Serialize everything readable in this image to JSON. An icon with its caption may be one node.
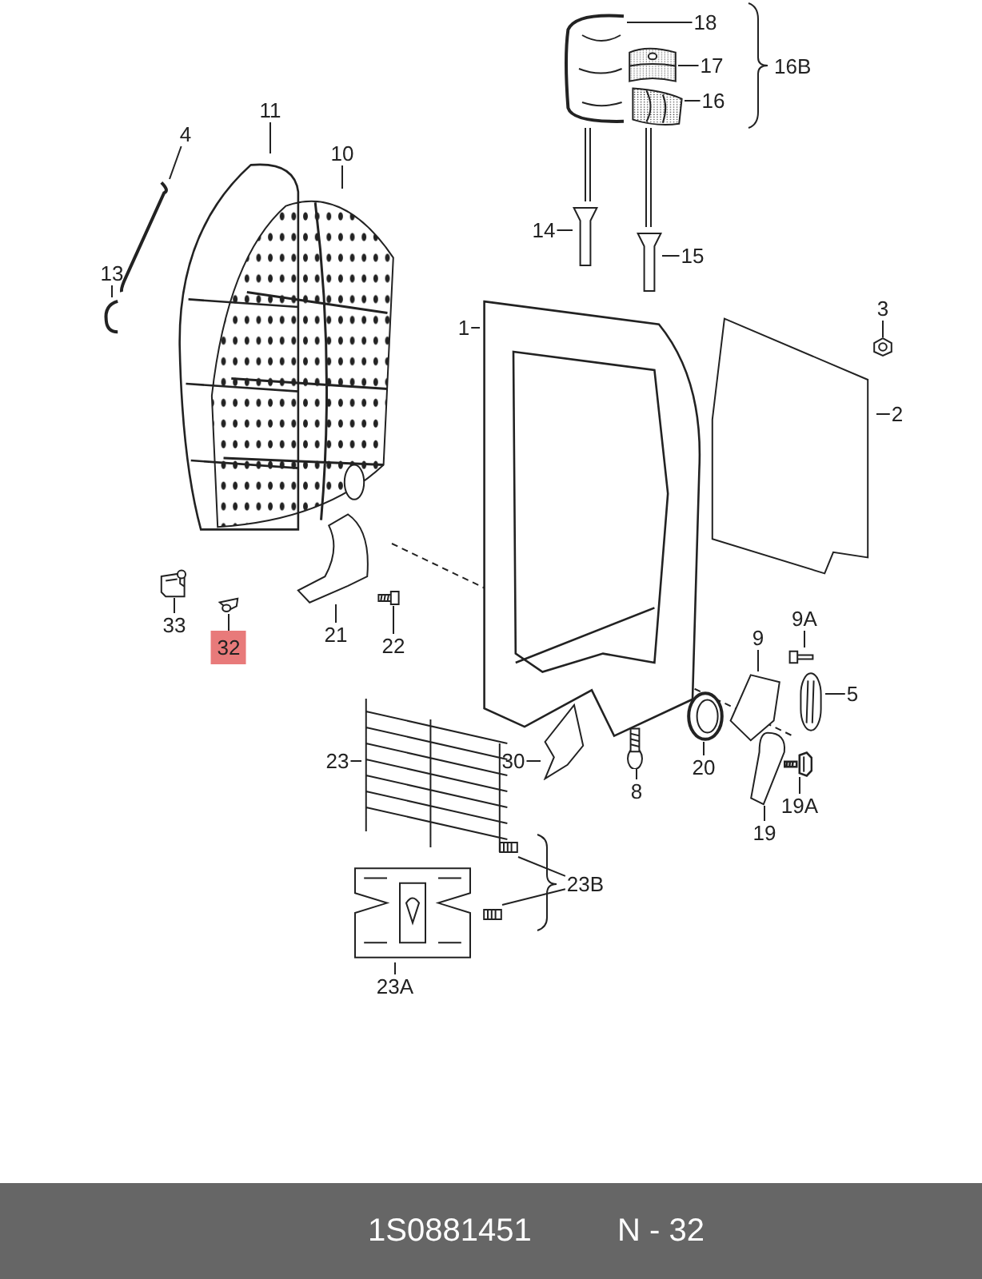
{
  "diagram": {
    "nodes": [
      {
        "text": [
          "18"
        ]
      },
      {
        "text": [],
        "shape": "picture"
      },
      {
        "text": [
          "17"
        ]
      },
      {
        "text": [],
        "shape": "picture"
      },
      {
        "text": [
          "16"
        ]
      },
      {
        "text": [],
        "shape": "picture"
      },
      {
        "text": [
          "4"
        ]
      },
      {
        "text": [],
        "shape": "picture"
      },
      {
        "text": [
          "11"
        ]
      },
      {
        "text": [],
        "shape": "picture"
      },
      {
        "text": [
          "10"
        ]
      },
      {
        "text": [],
        "shape": "picture"
      },
      {
        "text": [
          "13"
        ]
      },
      {
        "text": [],
        "shape": "picture"
      },
      {
        "text": [
          "14"
        ]
      },
      {
        "text": [],
        "shape": "picture"
      },
      {
        "text": [
          "15"
        ]
      },
      {
        "text": [],
        "shape": "picture"
      },
      {
        "text": [
          "1"
        ]
      },
      {
        "text": [],
        "shape": "picture"
      },
      {
        "text": [
          "3"
        ]
      },
      {
        "text": [],
        "shape": "picture"
      },
      {
        "text": [
          "2"
        ]
      },
      {
        "text": [],
        "shape": "picture"
      },
      {
        "text": [
          "33"
        ]
      },
      {
        "text": [],
        "shape": "picture"
      },
      {
        "text": [
          "32"
        ]
      },
      {
        "text": [],
        "shape": "picture"
      },
      {
        "text": [
          "21"
        ]
      },
      {
        "text": [],
        "shape": "picture"
      },
      {
        "text": [
          "22"
        ]
      },
      {
        "text": [],
        "shape": "picture"
      },
      {
        "text": [
          "30"
        ]
      },
      {
        "text": [],
        "shape": "picture"
      },
      {
        "text": [
          "9A"
        ]
      },
      {
        "text": [],
        "shape": "picture"
      },
      {
        "text": [
          "9"
        ]
      },
      {
        "text": [],
        "shape": "picture"
      },
      {
        "text": [
          "5"
        ]
      },
      {
        "text": [],
        "shape": "picture"
      },
      {
        "text": [
          "20"
        ]
      },
      {
        "text": [],
        "shape": "picture"
      },
      {
        "text": [
          "8"
        ]
      },
      {
        "text": [],
        "shape": "picture"
      },
      {
        "text": [
          "19A"
        ]
      },
      {
        "text": [],
        "shape": "picture"
      },
      {
        "text": [
          "19"
        ]
      },
      {
        "text": [],
        "shape": "picture"
      },
      {
        "text": [
          "23"
        ]
      },
      {
        "text": [],
        "shape": "picture"
      },
      {
        "text": [
          "23B"
        ]
      },
      {
        "text": [],
        "shape": "picture"
      },
      {
        "text": [],
        "shape": "picture"
      },
      {
        "text": [
          "23A"
        ]
      },
      {
        "text": [],
        "shape": "picture"
      }
    ],
    "edges": [
      {
        "from": 0,
        "to": 1,
        "arrow": "none"
      },
      {
        "from": 2,
        "to": 3,
        "arrow": "none"
      },
      {
        "from": 4,
        "to": 5,
        "arrow": "none"
      },
      {
        "from": 6,
        "to": 7,
        "arrow": "none"
      },
      {
        "from": 8,
        "to": 9,
        "arrow": "none"
      },
      {
        "from": 10,
        "to": 11,
        "arrow": "none"
      },
      {
        "from": 12,
        "to": 13,
        "arrow": "none"
      },
      {
        "from": 14,
        "to": 15,
        "arrow": "none"
      },
      {
        "from": 16,
        "to": 17,
        "arrow": "none"
      },
      {
        "from": 18,
        "to": 19,
        "arrow": "none"
      },
      {
        "from": 20,
        "to": 21,
        "arrow": "none"
      },
      {
        "from": 22,
        "to": 23,
        "arrow": "none"
      },
      {
        "from": 24,
        "to": 25,
        "arrow": "none"
      },
      {
        "from": 26,
        "to": 27,
        "arrow": "none"
      },
      {
        "from": 28,
        "to": 29,
        "arrow": "none"
      },
      {
        "from": 30,
        "to": 31,
        "arrow": "none"
      },
      {
        "from": 32,
        "to": 33,
        "arrow": "none"
      },
      {
        "from": 34,
        "to": 35,
        "arrow": "none"
      },
      {
        "from": 36,
        "to": 37,
        "arrow": "none"
      },
      {
        "from": 38,
        "to": 39,
        "arrow": "none"
      },
      {
        "from": 40,
        "to": 41,
        "arrow": "none"
      },
      {
        "from": 42,
        "to": 43,
        "arrow": "none"
      },
      {
        "from": 44,
        "to": 45,
        "arrow": "none"
      },
      {
        "from": 46,
        "to": 47,
        "arrow": "none"
      },
      {
        "from": 48,
        "to": 49,
        "arrow": "none"
      },
      {
        "from": 50,
        "to": 51,
        "arrow": "none"
      },
      {
        "from": 50,
        "to": 52,
        "arrow": "none"
      },
      {
        "from": 53,
        "to": 54,
        "arrow": "none"
      }
    ],
    "labels": [
      "16B",
      "1S0881451",
      "N - 32"
    ]
  }
}
